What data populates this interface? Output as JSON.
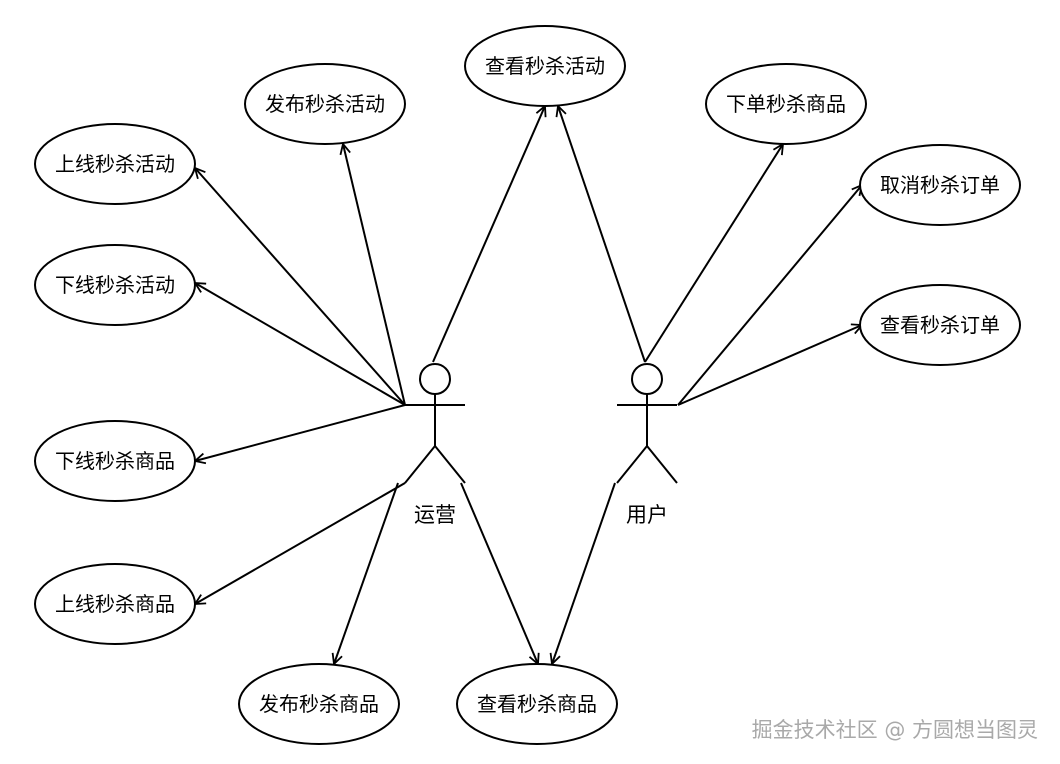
{
  "actors": [
    {
      "id": "ops",
      "label": "运营"
    },
    {
      "id": "user",
      "label": "用户"
    }
  ],
  "use_cases": [
    {
      "id": "view-activity",
      "label": "查看秒杀活动"
    },
    {
      "id": "publish-activity",
      "label": "发布秒杀活动"
    },
    {
      "id": "online-activity",
      "label": "上线秒杀活动"
    },
    {
      "id": "offline-activity",
      "label": "下线秒杀活动"
    },
    {
      "id": "offline-goods",
      "label": "下线秒杀商品"
    },
    {
      "id": "online-goods",
      "label": "上线秒杀商品"
    },
    {
      "id": "publish-goods",
      "label": "发布秒杀商品"
    },
    {
      "id": "view-goods",
      "label": "查看秒杀商品"
    },
    {
      "id": "order-goods",
      "label": "下单秒杀商品"
    },
    {
      "id": "cancel-order",
      "label": "取消秒杀订单"
    },
    {
      "id": "view-order",
      "label": "查看秒杀订单"
    }
  ],
  "associations": [
    {
      "from": "ops",
      "to": "view-activity"
    },
    {
      "from": "ops",
      "to": "publish-activity"
    },
    {
      "from": "ops",
      "to": "online-activity"
    },
    {
      "from": "ops",
      "to": "offline-activity"
    },
    {
      "from": "ops",
      "to": "offline-goods"
    },
    {
      "from": "ops",
      "to": "online-goods"
    },
    {
      "from": "ops",
      "to": "publish-goods"
    },
    {
      "from": "ops",
      "to": "view-goods"
    },
    {
      "from": "user",
      "to": "view-activity"
    },
    {
      "from": "user",
      "to": "order-goods"
    },
    {
      "from": "user",
      "to": "cancel-order"
    },
    {
      "from": "user",
      "to": "view-order"
    },
    {
      "from": "user",
      "to": "view-goods"
    }
  ],
  "watermark": "掘金技术社区 @ 方圆想当图灵"
}
